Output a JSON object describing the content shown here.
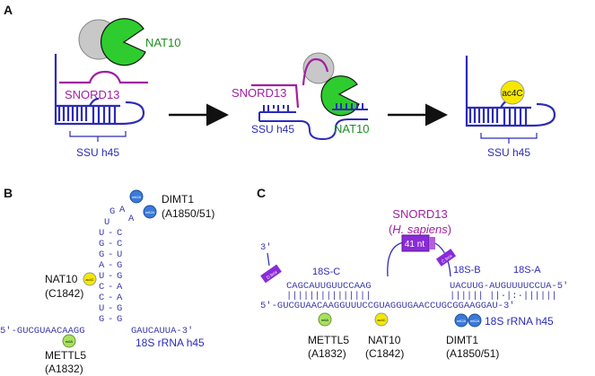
{
  "colors": {
    "rna": "#2b2bb8",
    "snord": "#a020a0",
    "nat10": "#2ecc2e",
    "grey": "#c8c8c8",
    "ac4c": "#f5e800",
    "m6a": "#a8e060",
    "m62a": "#3a7ad8",
    "black": "#111111"
  },
  "panelA": {
    "letter": "A",
    "nat10": "NAT10",
    "snord13": "SNORD13",
    "ssu_h45": "SSU h45",
    "ac4c": "ac4C"
  },
  "panelB": {
    "letter": "B",
    "dimt1": "DIMT1",
    "dimt1_pos": "(A1850/51)",
    "nat10": "NAT10",
    "nat10_pos": "(C1842)",
    "mettl5": "METTL5",
    "mettl5_pos": "(A1832)",
    "bottom_left": "5′-GUCGUAACAAGG",
    "bottom_right": "GAUCAUUA-3′",
    "caption": "18S rRNA h45",
    "ac4c": "ac4C",
    "m6a": "m6A",
    "m62a": "m62A"
  },
  "panelC": {
    "letter": "C",
    "title": "SNORD13",
    "species": "H. sapiens",
    "box41": "41 nt",
    "cbox": "C box",
    "dbox": "D box",
    "three_prime": "3′",
    "seg_18sc": "18S-C",
    "seg_18sb": "18S-B",
    "seg_18sa": "18S-A",
    "top_seq1": "CAGCAUUGUUCCAAG",
    "top_seq2": "UACUUG-AUGUUUUCCUA-5′",
    "bars1": "|||||||||||||||",
    "bars2": "||||||  ||·|:·||||||",
    "bottom_seq": "5′-GUCGUAACAAGGUUUCCGUAGGUGAACCUGCGGAAGGAU-3′",
    "caption": "18S rRNA h45",
    "mettl5": "METTL5",
    "mettl5_pos": "(A1832)",
    "nat10": "NAT10",
    "nat10_pos": "(C1842)",
    "dimt1": "DIMT1",
    "dimt1_pos": "(A1850/51)",
    "m6a": "m6A",
    "ac4c": "ac4C",
    "m62a": "m62A"
  }
}
